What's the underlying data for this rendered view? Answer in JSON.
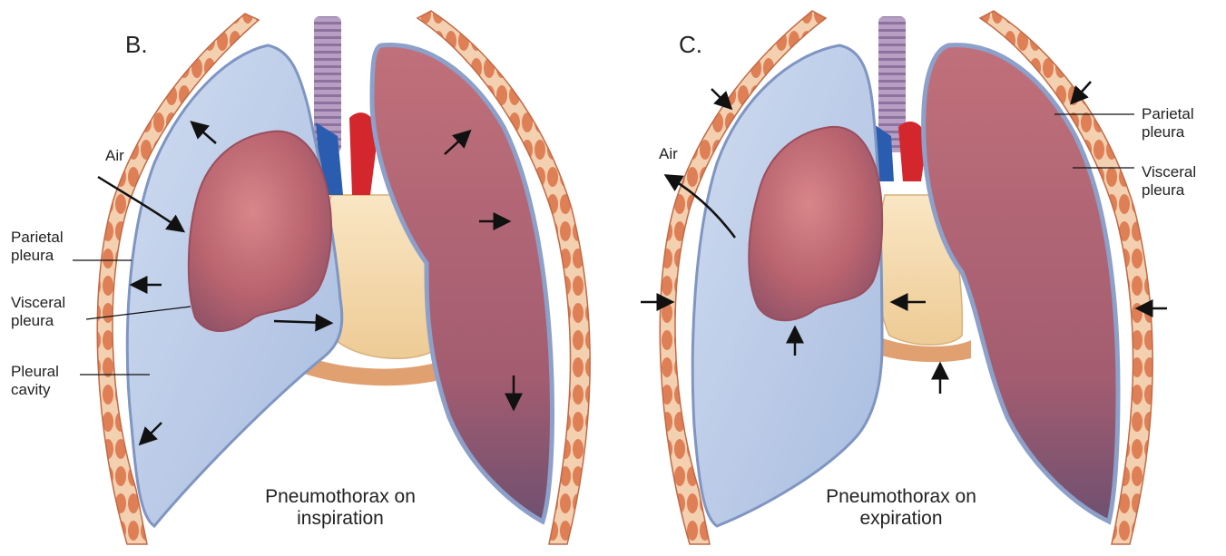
{
  "panels": [
    {
      "letter": "B.",
      "caption_line1": "Pneumothorax on",
      "caption_line2": "inspiration",
      "labels": {
        "air": "Air",
        "parietal_line1": "Parietal",
        "parietal_line2": "pleura",
        "visceral_line1": "Visceral",
        "visceral_line2": "pleura",
        "cavity_line1": "Pleural",
        "cavity_line2": "cavity"
      }
    },
    {
      "letter": "C.",
      "caption_line1": "Pneumothorax on",
      "caption_line2": "expiration",
      "labels": {
        "air": "Air",
        "parietal_line1": "Parietal",
        "parietal_line2": "pleura",
        "visceral_line1": "Visceral",
        "visceral_line2": "pleura"
      }
    }
  ],
  "colors": {
    "pleural_blue": "#b9c9e6",
    "lung_pink": "#c8727a",
    "lung_dark": "#9b5a68",
    "rib_orange": "#e39a6b",
    "heart_cream": "#f5dcb2",
    "trachea": "#a48ab4",
    "vessel_red": "#d3262d",
    "vessel_blue": "#2a5db0"
  },
  "icons": [
    "arrow-icon",
    "rib-icon",
    "trachea-icon",
    "heart-icon",
    "lung-icon"
  ]
}
